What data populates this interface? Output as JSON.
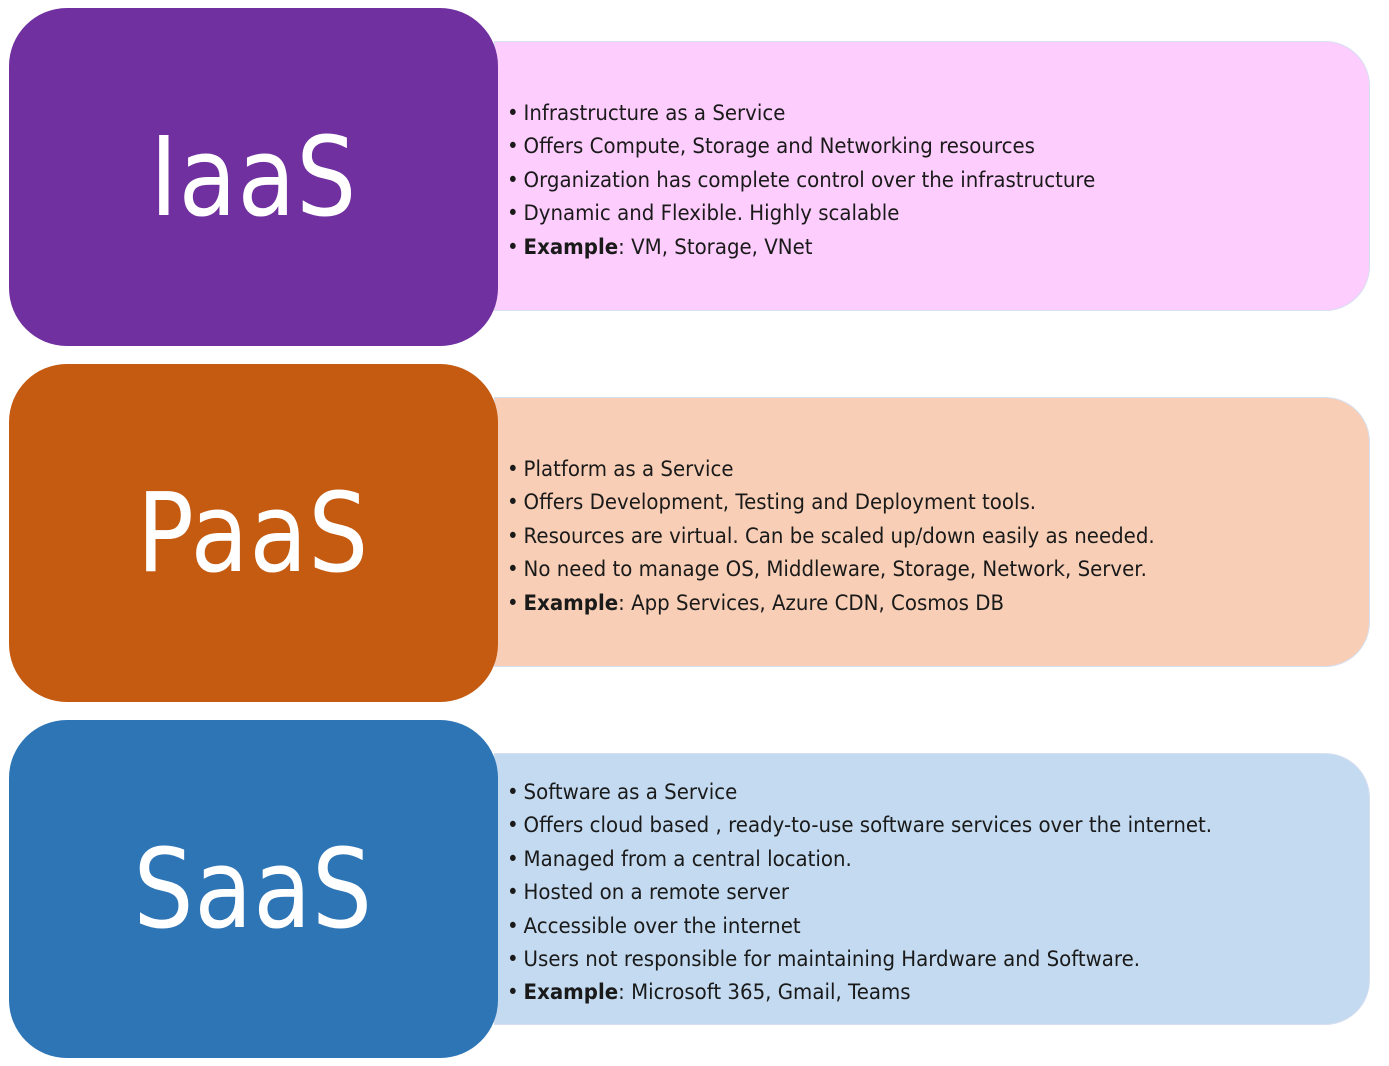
{
  "colors": {
    "iaas_block": "#7030a0",
    "iaas_panel": "#fdcdfd",
    "paas_block": "#c55a11",
    "paas_panel": "#f8cfb6",
    "saas_block": "#2e75b6",
    "saas_panel": "#c3daf0"
  },
  "models": [
    {
      "key": "iaas",
      "title": "IaaS",
      "bullets": [
        "Infrastructure as a Service",
        "Offers Compute, Storage and Networking resources",
        "Organization has complete control over the infrastructure",
        "Dynamic and Flexible. Highly scalable"
      ],
      "example_label": "Example",
      "example_text": ": VM, Storage, VNet"
    },
    {
      "key": "paas",
      "title": "PaaS",
      "bullets": [
        "Platform as a Service",
        "Offers Development, Testing and Deployment tools.",
        "Resources are virtual. Can be scaled up/down easily as needed.",
        "No need to manage OS, Middleware, Storage, Network, Server."
      ],
      "example_label": "Example",
      "example_text": ": App Services, Azure CDN, Cosmos DB"
    },
    {
      "key": "saas",
      "title": "SaaS",
      "bullets": [
        "Software as a Service",
        "Offers cloud based , ready-to-use software services over the internet.",
        "Managed from a central location.",
        "Hosted on a remote server",
        "Accessible over the internet",
        "Users not responsible for maintaining Hardware and Software."
      ],
      "example_label": "Example",
      "example_text": ": Microsoft 365, Gmail, Teams"
    }
  ]
}
